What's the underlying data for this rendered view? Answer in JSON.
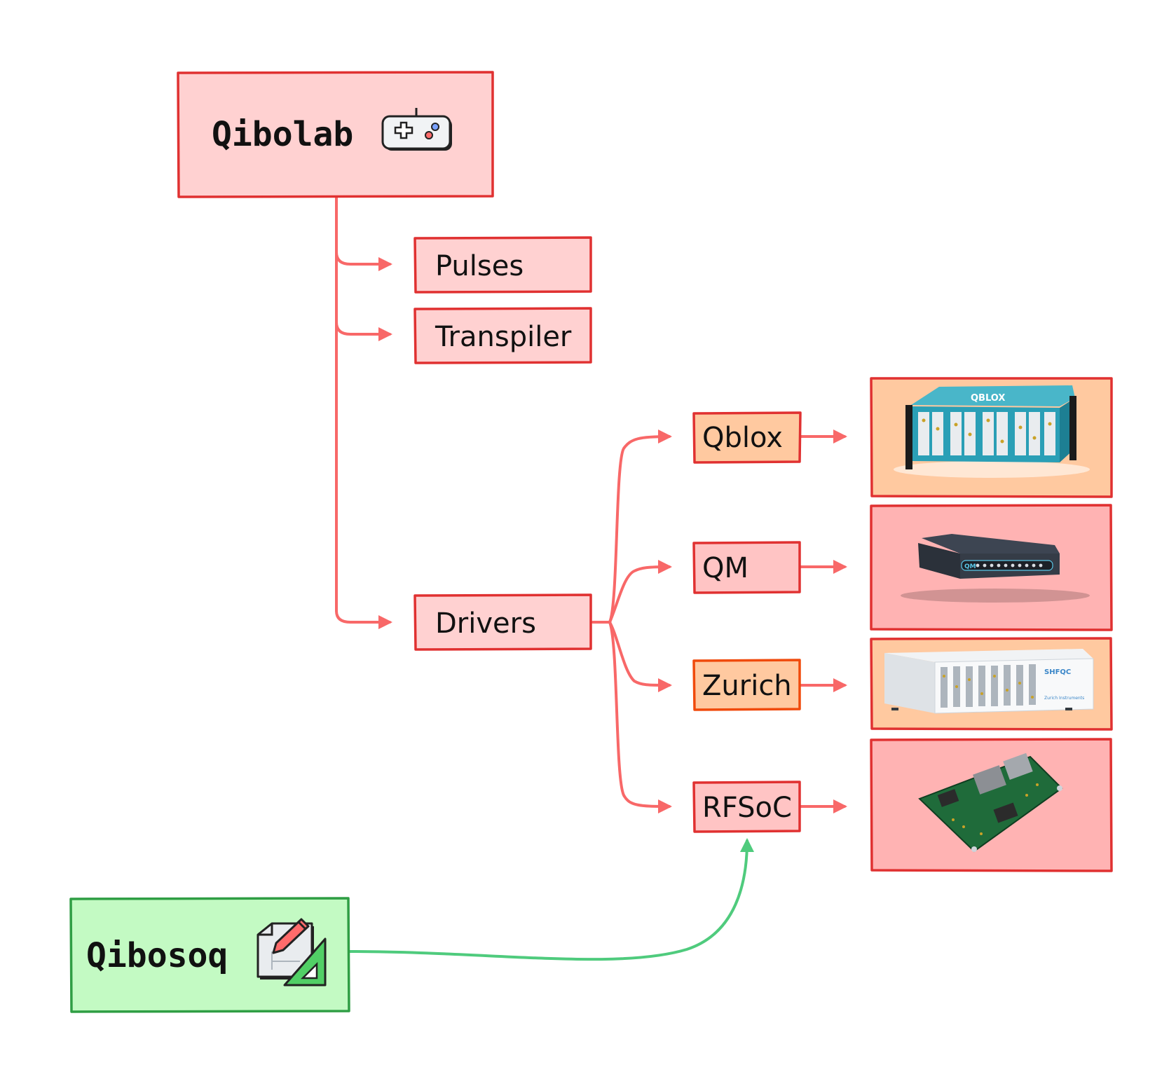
{
  "colors": {
    "red_stroke": "#e03131",
    "red_fill": "#ffd1d1",
    "red_fill_dark": "#ffb3b3",
    "orange_fill": "#ffc9a0",
    "orange_stroke": "#f04a0c",
    "green_stroke": "#2f9e44",
    "green_fill": "#c3fac3",
    "red_arrow": "#f86868",
    "green_arrow": "#4fcb7d"
  },
  "nodes": {
    "qibolab": {
      "label": "Qibolab",
      "icon": "gamepad-icon"
    },
    "qibosoq": {
      "label": "Qibosoq",
      "icon": "design-tools-icon"
    },
    "pulses": {
      "label": "Pulses"
    },
    "transpiler": {
      "label": "Transpiler"
    },
    "drivers": {
      "label": "Drivers"
    },
    "qblox": {
      "label": "Qblox"
    },
    "qm": {
      "label": "QM"
    },
    "zurich": {
      "label": "Zurich"
    },
    "rfsoc": {
      "label": "RFSoC"
    }
  },
  "hardware": {
    "qblox_brand": "QBLOX",
    "qm_brand": "QM",
    "zurich_brand": "SHFQC",
    "zurich_maker": "Zurich Instruments"
  }
}
